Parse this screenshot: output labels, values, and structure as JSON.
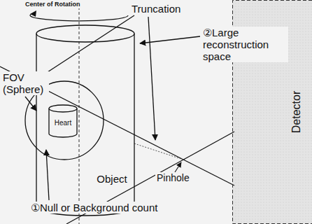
{
  "diagram": {
    "nodes": [
      {
        "text": [
          "Object"
        ]
      },
      {
        "text": [
          "Heart"
        ],
        "in": 0
      },
      {
        "text": [
          "Detector"
        ]
      }
    ],
    "labels": [
      "Center of Rotation",
      "Truncation",
      "FOV (Sphere)",
      "②Large reconstruction space",
      "Pinhole",
      "①Null or Background count"
    ]
  }
}
